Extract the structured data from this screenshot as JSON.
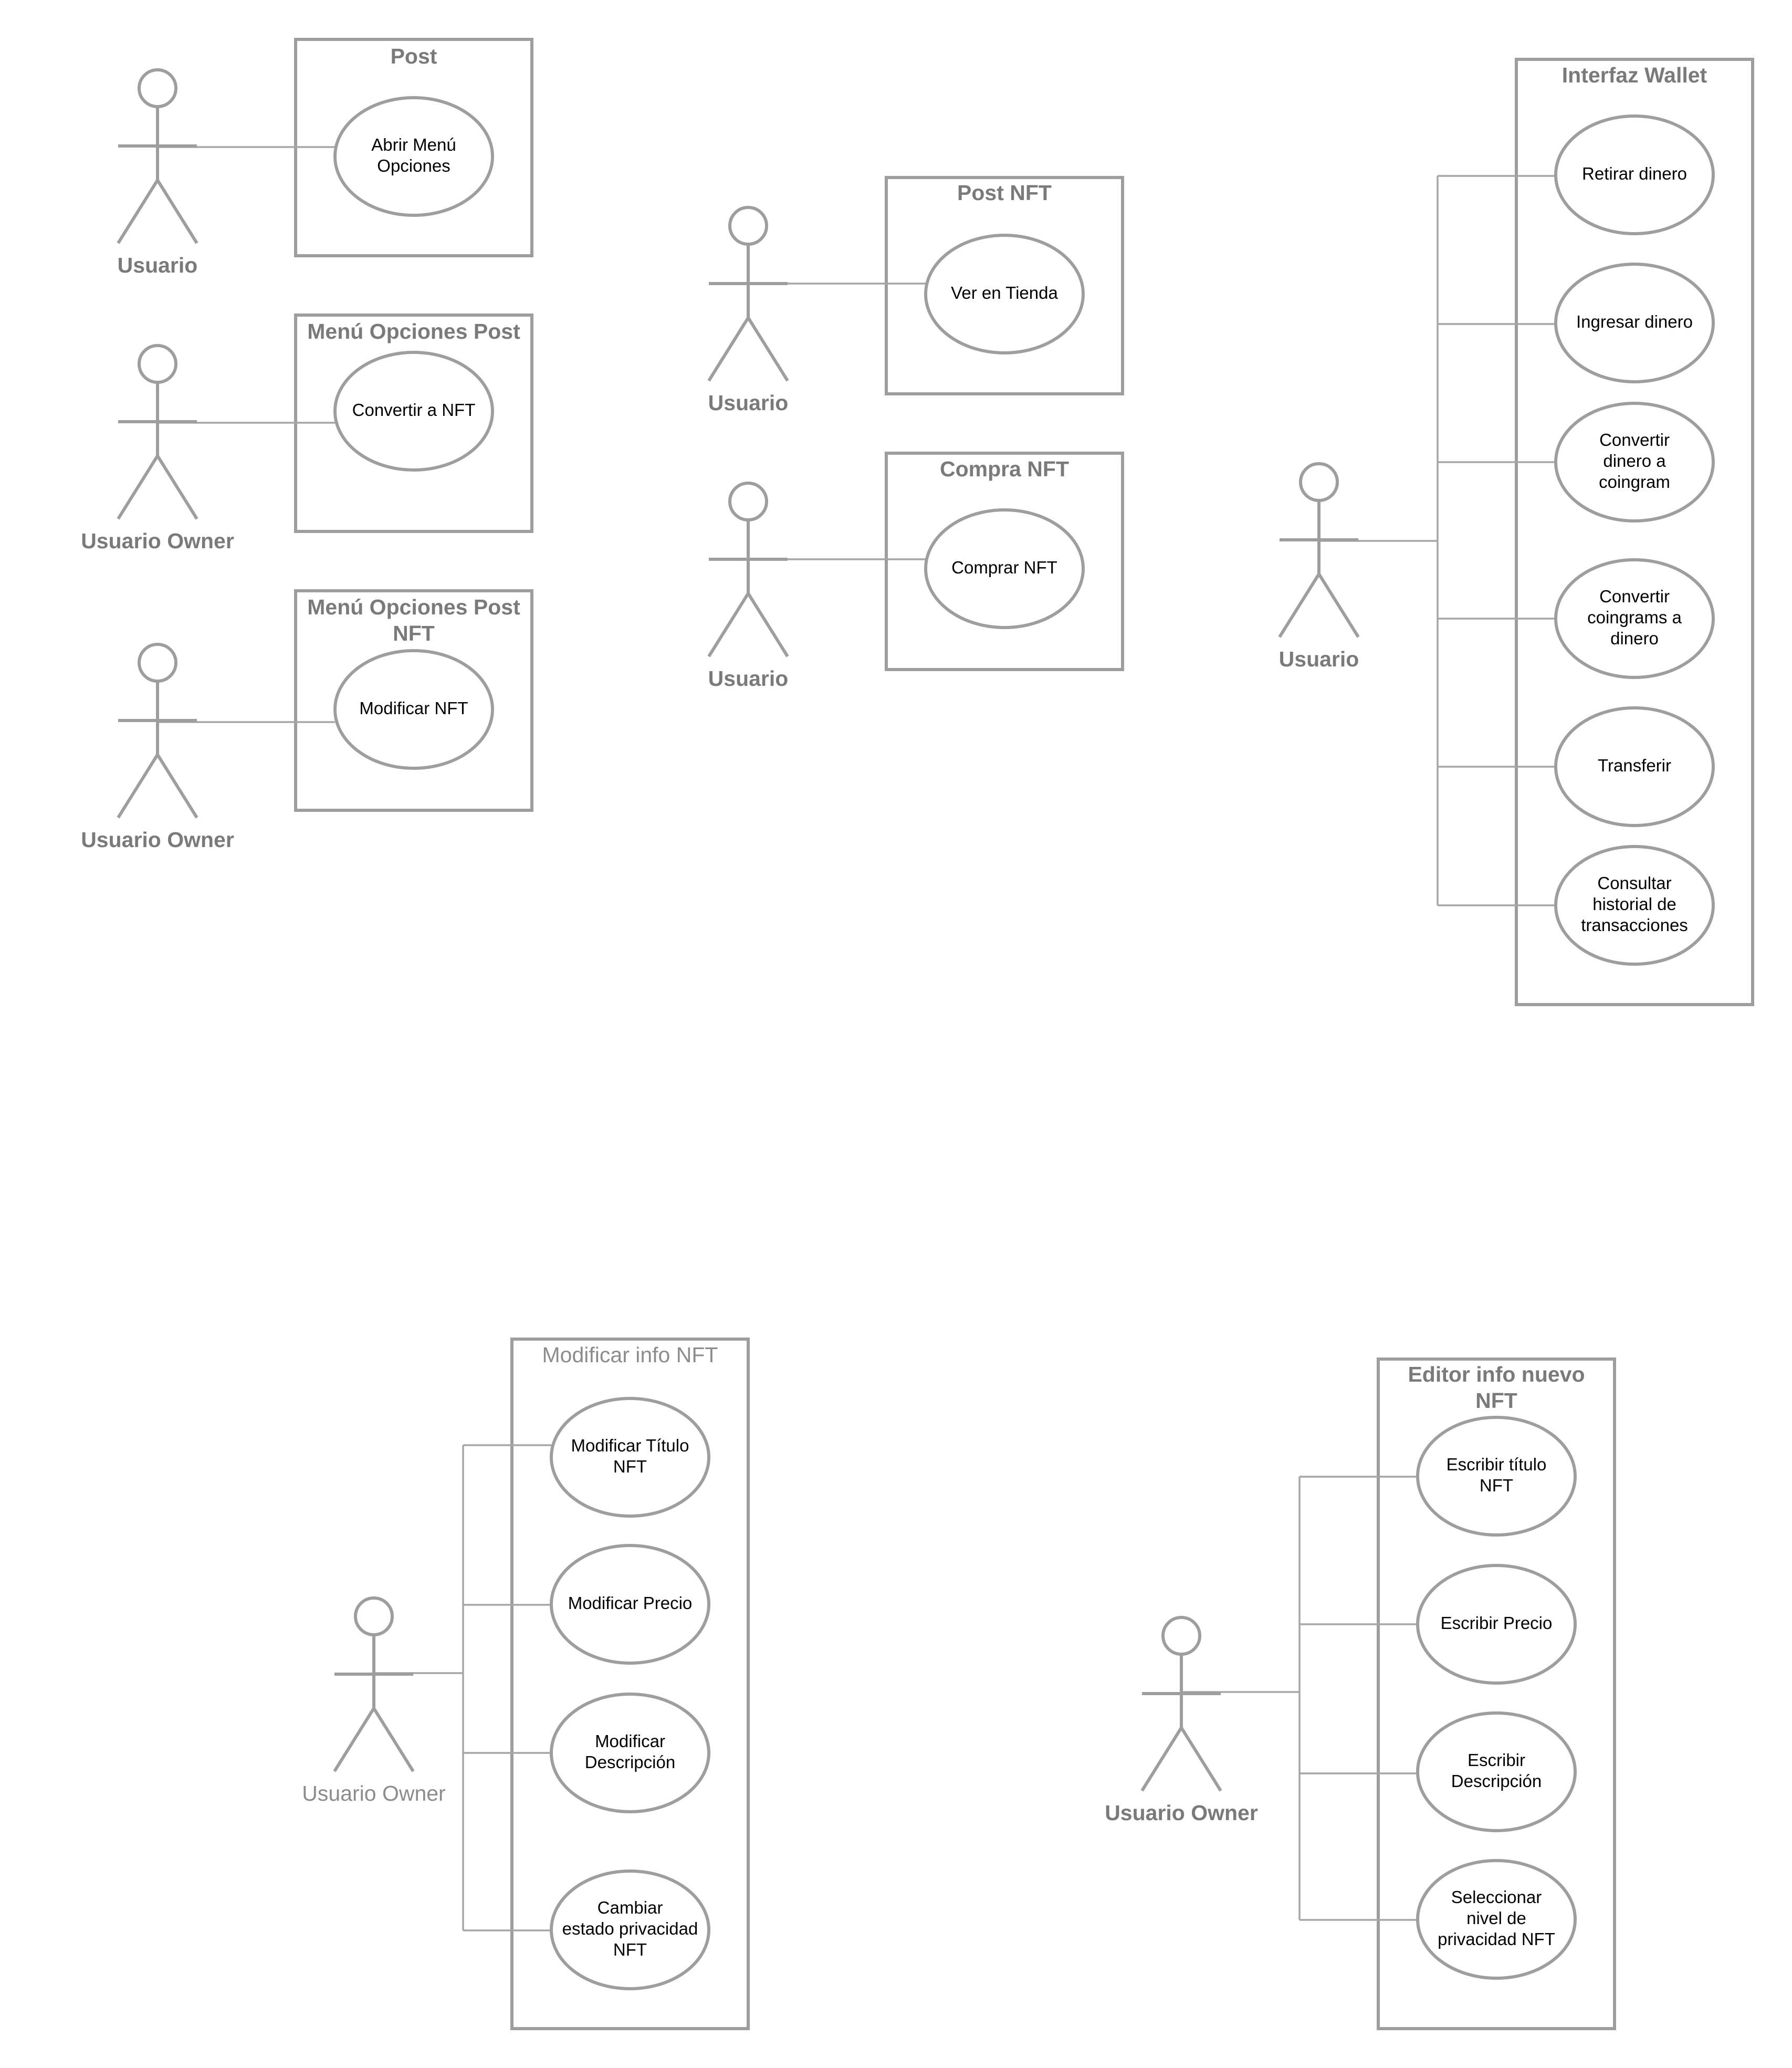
{
  "diagrams": {
    "post": {
      "title": "Post",
      "actor": "Usuario",
      "use_cases": [
        "Abrir Menú\nOpciones"
      ]
    },
    "menu_opciones_post": {
      "title": "Menú Opciones Post",
      "actor": "Usuario Owner",
      "use_cases": [
        "Convertir a NFT"
      ]
    },
    "menu_opciones_post_nft": {
      "title": "Menú Opciones Post\nNFT",
      "actor": "Usuario Owner",
      "use_cases": [
        "Modificar NFT"
      ]
    },
    "post_nft": {
      "title": "Post NFT",
      "actor": "Usuario",
      "use_cases": [
        "Ver en Tienda"
      ]
    },
    "compra_nft": {
      "title": "Compra NFT",
      "actor": "Usuario",
      "use_cases": [
        "Comprar NFT"
      ]
    },
    "interfaz_wallet": {
      "title": "Interfaz Wallet",
      "actor": "Usuario",
      "use_cases": [
        "Retirar dinero",
        "Ingresar dinero",
        "Convertir\ndinero a\ncoingram",
        "Convertir\ncoingrams a\ndinero",
        "Transferir",
        "Consultar\nhistorial de\ntransacciones"
      ]
    },
    "modificar_info_nft": {
      "title": "Modificar info NFT",
      "actor": "Usuario Owner",
      "use_cases": [
        "Modificar Título\nNFT",
        "Modificar Precio",
        "Modificar\nDescripción",
        "Cambiar\nestado privacidad\nNFT"
      ]
    },
    "editor_info_nuevo_nft": {
      "title": "Editor info nuevo\nNFT",
      "actor": "Usuario Owner",
      "use_cases": [
        "Escribir título\nNFT",
        "Escribir Precio",
        "Escribir\nDescripción",
        "Seleccionar\nnivel de\nprivacidad NFT"
      ]
    }
  }
}
